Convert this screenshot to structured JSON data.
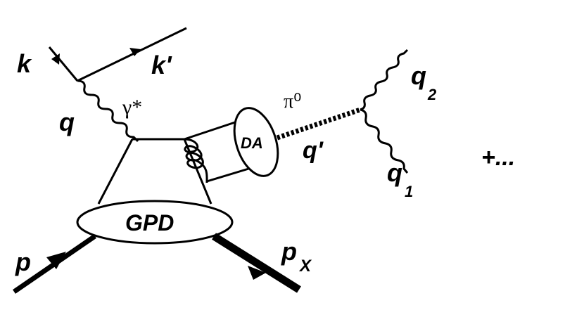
{
  "labels": {
    "k": "k",
    "k_prime": "k'",
    "q": "q",
    "gamma_star": "γ*",
    "pi0": "π⁰",
    "q_prime": "q'",
    "da": "DA",
    "gpd": "GPD",
    "q2_main": "q",
    "q2_sub": "2",
    "q1_main": "q",
    "q1_sub": "1",
    "p": "p",
    "px_main": "p",
    "px_sub": "X",
    "plus_more": "+..."
  },
  "colors": {
    "ink": "#000000",
    "background": "#ffffff"
  }
}
